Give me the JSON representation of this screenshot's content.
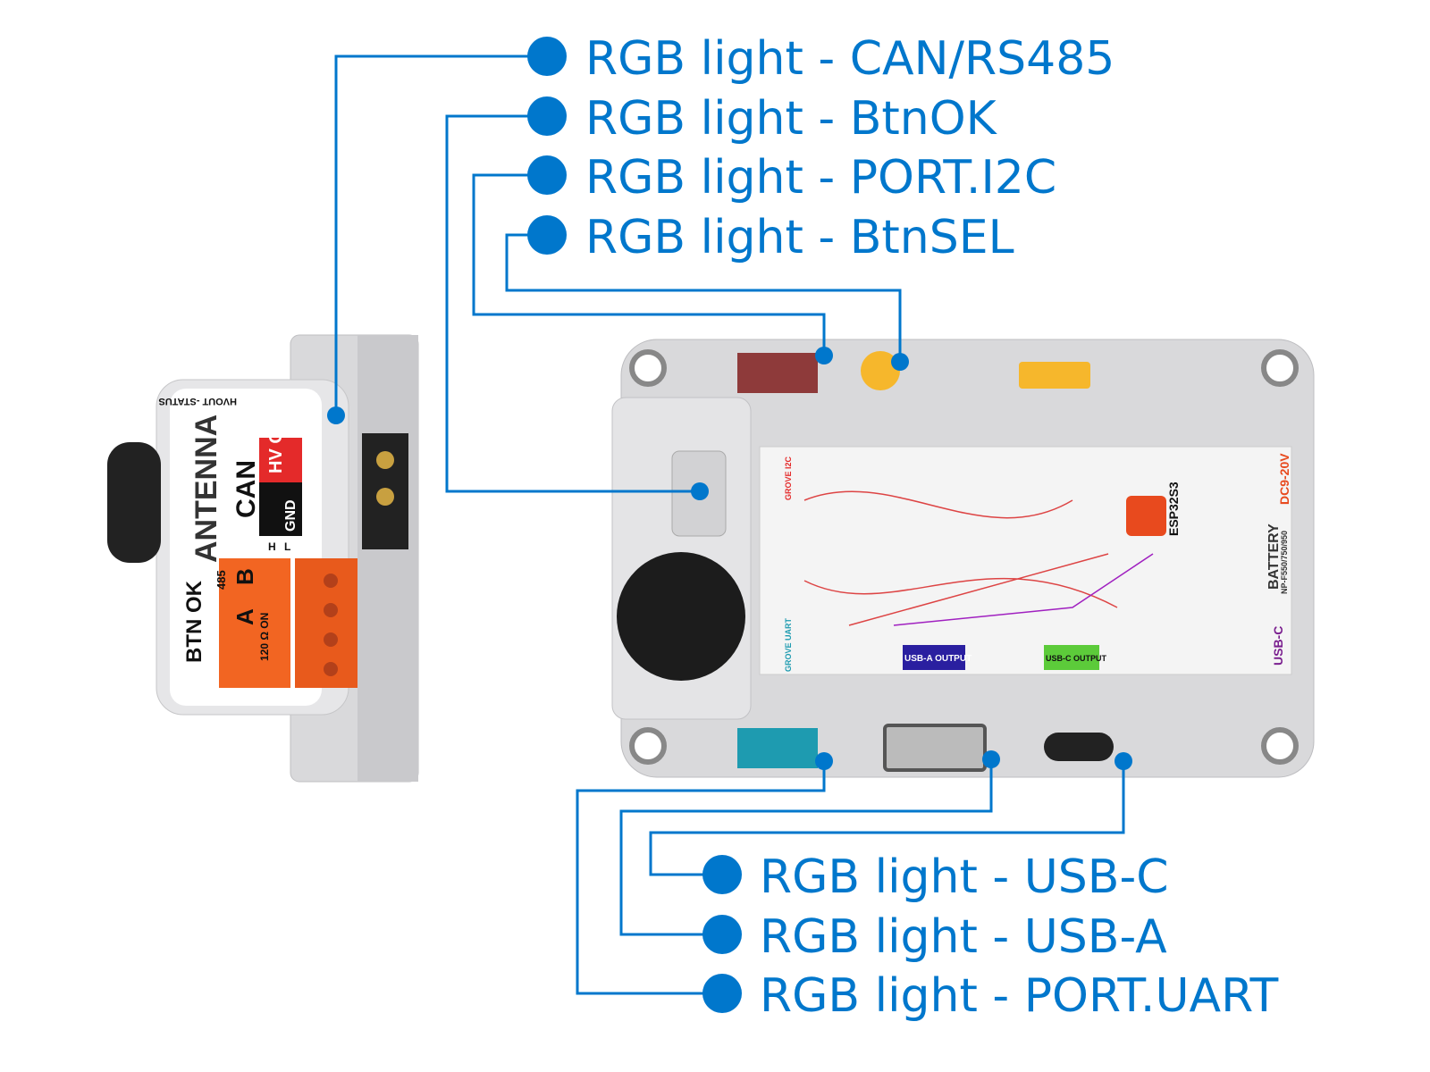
{
  "colors": {
    "accent": "#0077CC",
    "case": "#D9D9DB",
    "board": "#F4F4F4",
    "yellow": "#F6B72C",
    "orange": "#F26522",
    "teal": "#1E9BB0",
    "maroon": "#8E3A3A"
  },
  "callouts_top": [
    {
      "label": "RGB light - CAN/RS485"
    },
    {
      "label": "RGB light - BtnOK"
    },
    {
      "label": "RGB light - PORT.I2C"
    },
    {
      "label": "RGB light - BtnSEL"
    }
  ],
  "callouts_bottom": [
    {
      "label": "RGB light - USB-C"
    },
    {
      "label": "RGB light - USB-A"
    },
    {
      "label": "RGB light - PORT.UART"
    }
  ],
  "module": {
    "antenna": "ANTENNA",
    "can": "CAN",
    "hv_out": "HV OUT",
    "gnd": "GND",
    "btn_ok": "BTN OK",
    "rs485_a": "A",
    "rs485_b": "B",
    "rs485": "485",
    "hvout_status": "HVOUT -STATUS",
    "resistor": "120 Ω ON",
    "h": "H",
    "l": "L"
  },
  "board": {
    "chip": "ESP32S3",
    "battery": "BATTERY",
    "dc_in": "DC9-20V",
    "usb_c_port": "USB-C",
    "usb_a_output": "USB-A OUTPUT",
    "usb_c_output": "USB-C OUTPUT",
    "grove_i2c": "GROVE I2C",
    "grove_uart": "GROVE UART",
    "battery_model": "NP-F550/750/950"
  }
}
